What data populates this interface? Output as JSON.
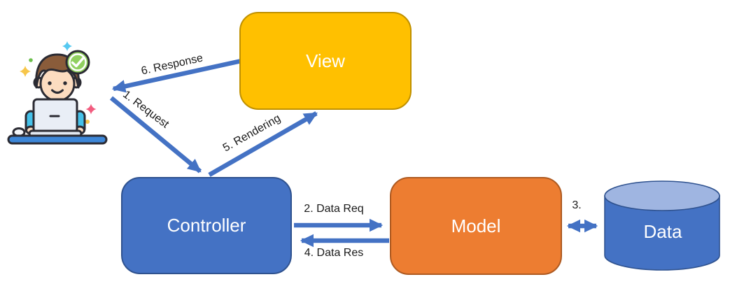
{
  "diagram": {
    "nodes": {
      "view": {
        "label": "View"
      },
      "controller": {
        "label": "Controller"
      },
      "model": {
        "label": "Model"
      },
      "data": {
        "label": "Data"
      }
    },
    "edges": {
      "request": {
        "label": "1. Request"
      },
      "data_req": {
        "label": "2. Data Req"
      },
      "model_data": {
        "label": "3."
      },
      "data_res": {
        "label": "4. Data Res"
      },
      "rendering": {
        "label": "5. Rendering"
      },
      "response": {
        "label": "6. Response"
      }
    },
    "icons": {
      "user": "user-at-laptop-icon",
      "badge": "check-badge-icon"
    },
    "colors": {
      "view_fill": "#FFC000",
      "view_border": "#BF9000",
      "controller_fill": "#4472C4",
      "controller_border": "#2F528F",
      "model_fill": "#ED7D31",
      "model_border": "#AE5A21",
      "data_body_fill": "#4472C4",
      "data_top_fill": "#9FB5E1",
      "data_border": "#2F528F",
      "arrow": "#4472C4",
      "node_text": "#FFFFFF",
      "label_text": "#1A1A1A"
    }
  }
}
